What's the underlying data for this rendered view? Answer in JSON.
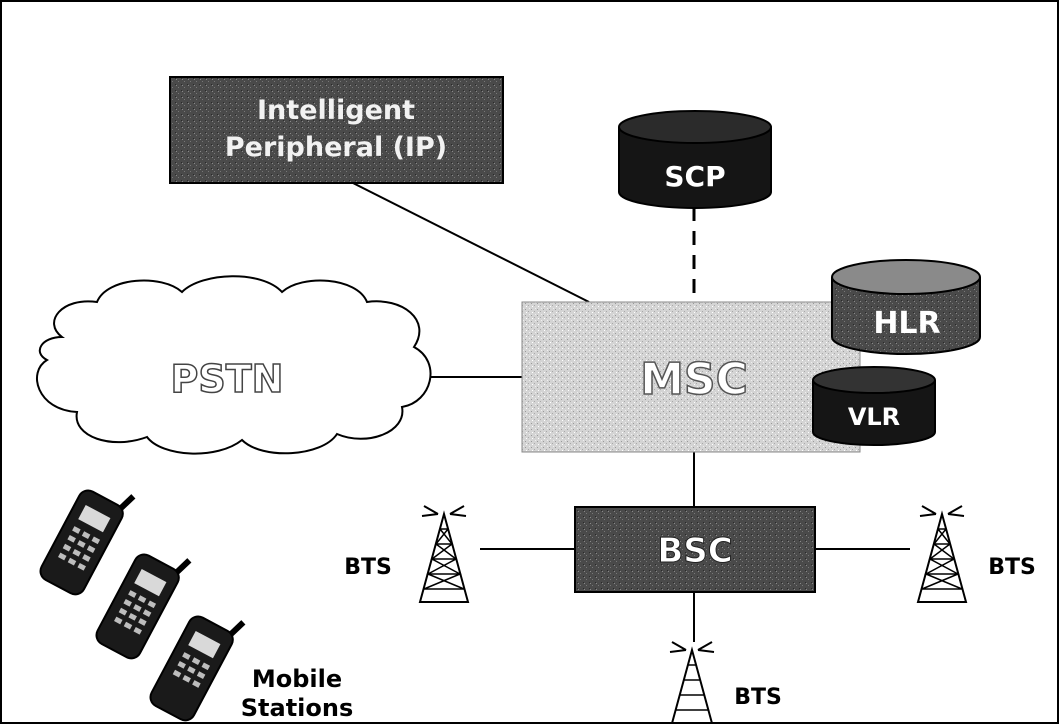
{
  "nodes": {
    "ip": {
      "line1": "Intelligent",
      "line2": "Peripheral (IP)"
    },
    "scp": "SCP",
    "hlr": "HLR",
    "vlr": "VLR",
    "msc": "MSC",
    "pstn": "PSTN",
    "bsc": "BSC",
    "bts_left": "BTS",
    "bts_right": "BTS",
    "bts_bottom": "BTS",
    "mobile": {
      "line1": "Mobile",
      "line2": "Stations"
    }
  },
  "colors": {
    "ip_box": "#2e2e2e",
    "scp_db": "#151515",
    "hlr_db": "#5a5a5a",
    "vlr_db": "#151515",
    "msc_box": "#cfcfcf",
    "bsc_box": "#3c3c3c",
    "cloud_fill": "#ffffff",
    "line": "#000000"
  }
}
